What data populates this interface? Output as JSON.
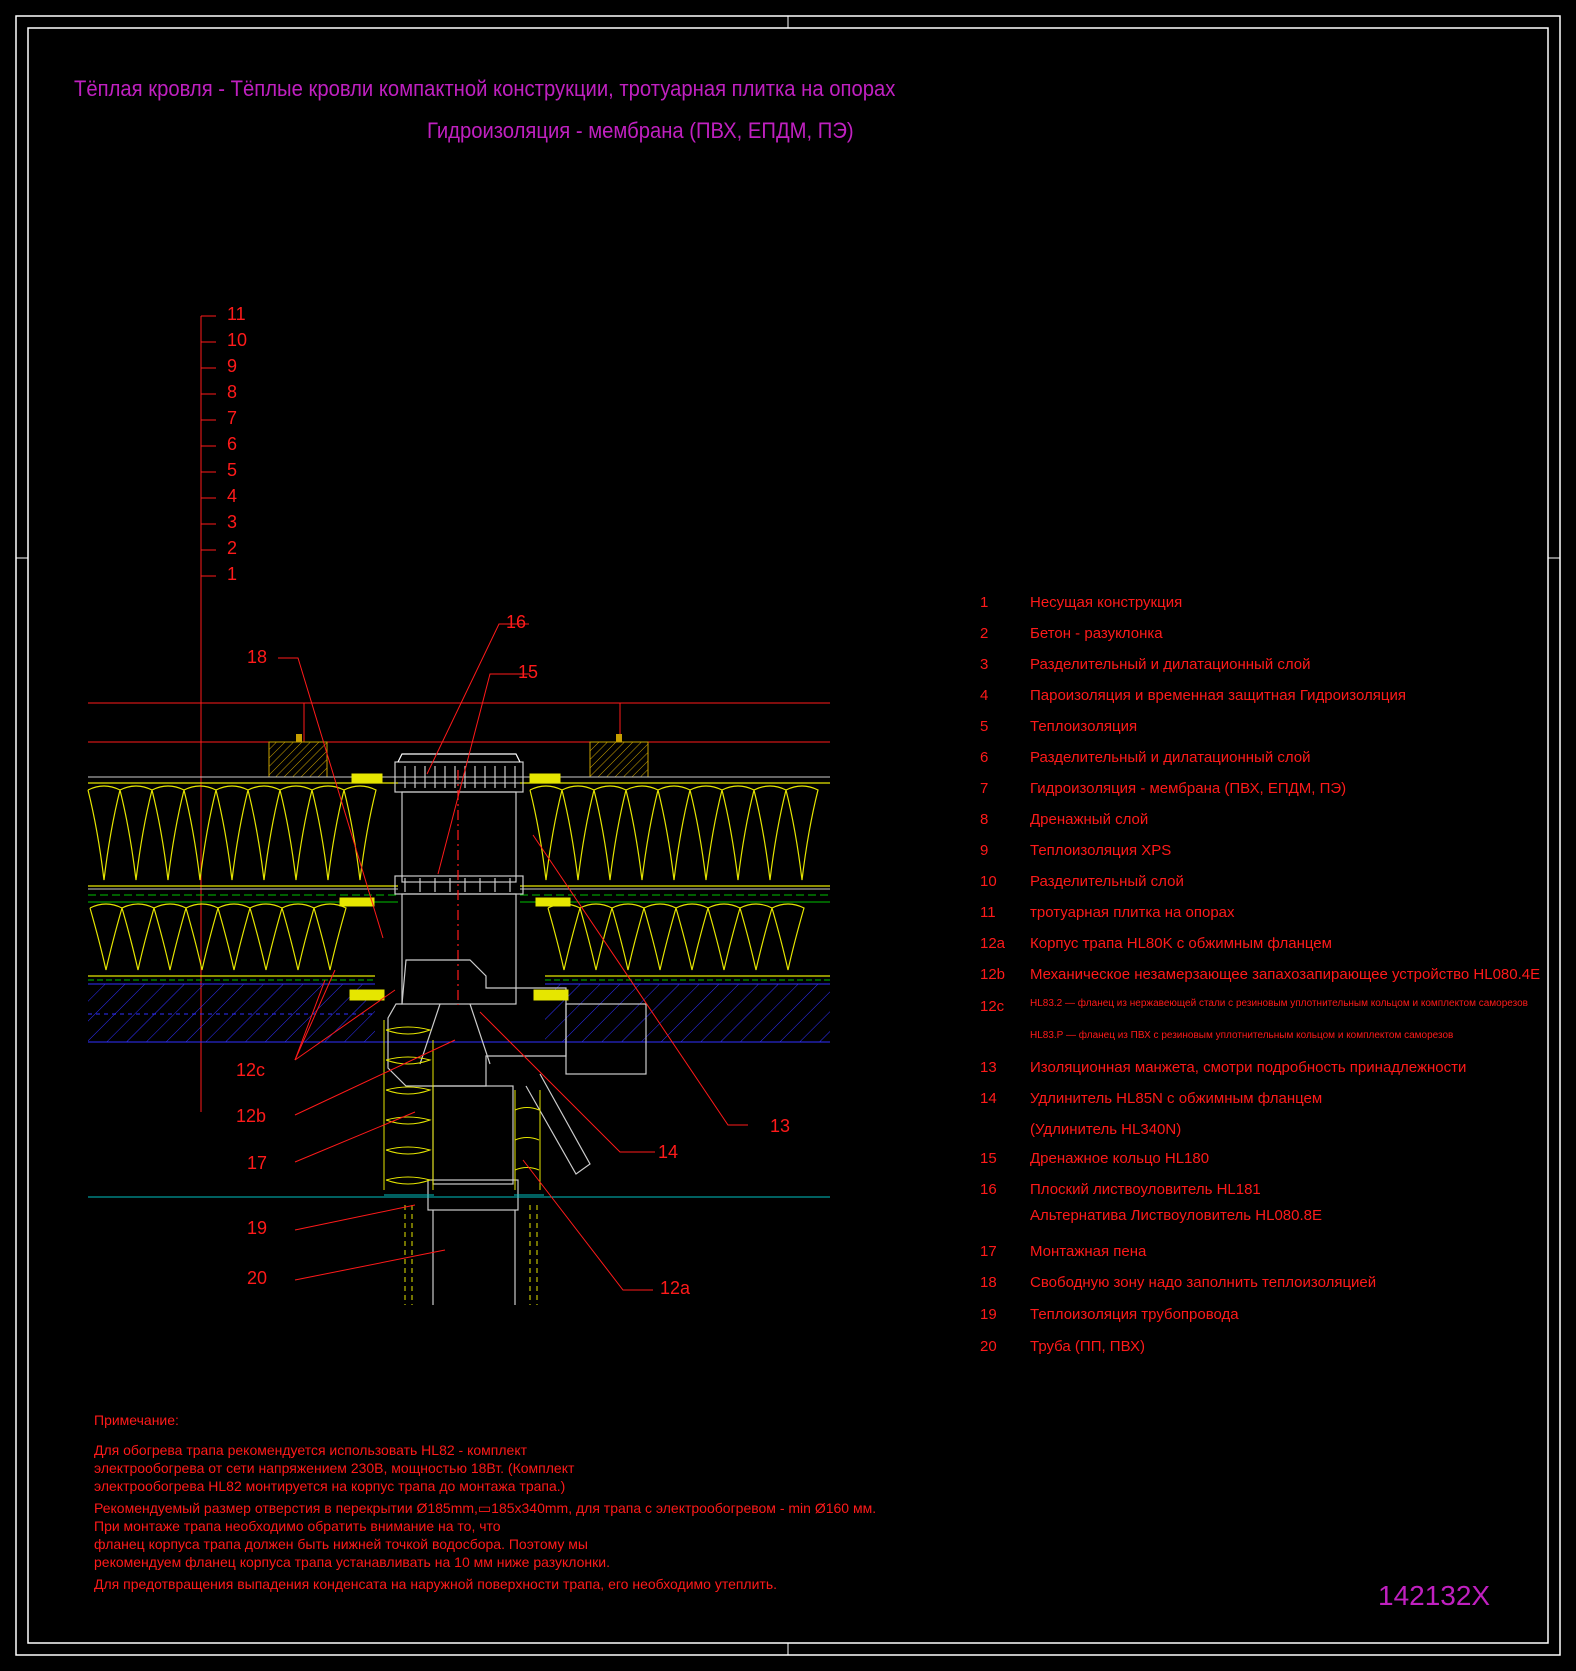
{
  "title": {
    "line1": "Тёплая кровля - Тёплые кровли компактной конструкции, тротуарная плитка на опорах",
    "line2": "Гидроизоляция - мембрана (ПВХ, ЕПДМ, ПЭ)"
  },
  "layer_numbers": [
    "11",
    "10",
    "9",
    "8",
    "7",
    "6",
    "5",
    "4",
    "3",
    "2",
    "1"
  ],
  "callouts": {
    "c16": "16",
    "c15": "15",
    "c18": "18",
    "c13": "13",
    "c14": "14",
    "c12c": "12c",
    "c12b": "12b",
    "c17": "17",
    "c19": "19",
    "c20": "20",
    "c12a": "12a"
  },
  "legend": [
    {
      "num": "1",
      "text": "Несущая конструкция"
    },
    {
      "num": "2",
      "text": "Бетон - разуклонка"
    },
    {
      "num": "3",
      "text": "Разделительный и дилатационный слой"
    },
    {
      "num": "4",
      "text": "Пароизоляция и временная защитная Гидроизоляция"
    },
    {
      "num": "5",
      "text": "Теплоизоляция"
    },
    {
      "num": "6",
      "text": "Разделительный и дилатационный слой"
    },
    {
      "num": "7",
      "text": "Гидроизоляция - мембрана (ПВХ, ЕПДМ, ПЭ)"
    },
    {
      "num": "8",
      "text": "Дренажный слой"
    },
    {
      "num": "9",
      "text": "Теплоизоляция XPS"
    },
    {
      "num": "10",
      "text": "Разделительный слой"
    },
    {
      "num": "11",
      "text": "тротуарная плитка на опорах"
    },
    {
      "num": "12a",
      "text": "Корпус трапа HL80K с обжимным фланцем"
    },
    {
      "num": "12b",
      "text": "Механическое незамерзающее запахозапирающее устройство HL080.4E"
    },
    {
      "num": "12c",
      "text": "HL83.2 — фланец из нержавеющей стали с резиновым уплотнительным кольцом и комплектом саморезов"
    },
    {
      "num": "",
      "text": "HL83.P — фланец из ПВХ с резиновым уплотнительным кольцом и комплектом саморезов"
    },
    {
      "num": "13",
      "text": "Изоляционная  манжета, смотри подробность принадлежности"
    },
    {
      "num": "14",
      "text": "Удлинитель HL85N с обжимным фланцем"
    },
    {
      "num": "",
      "text": "(Удлинитель HL340N)"
    },
    {
      "num": "15",
      "text": "Дренажное кольцо HL180"
    },
    {
      "num": "16",
      "text": "Плоский листвоуловитель HL181"
    },
    {
      "num": "",
      "text": "Альтернатива Листвоуловитель HL080.8E"
    },
    {
      "num": "17",
      "text": "Монтажная пена"
    },
    {
      "num": "18",
      "text": "Свободную зону надо заполнить теплоизоляцией"
    },
    {
      "num": "19",
      "text": "Теплоизоляция трубопровода"
    },
    {
      "num": "20",
      "text": "Труба (ПП, ПВХ)"
    }
  ],
  "notes": {
    "heading": "Примечание:",
    "lines": [
      "Для обогрева трапа рекомендуется использовать HL82 - комплект",
      "электрообогрева от сети напряжением 230В, мощностью 18Вт. (Комплект",
      "электрообогрева HL82 монтируется на корпус трапа до монтажа трапа.)",
      "Рекомендуемый размер отверстия в перекрытии Ø185mm,▭185x340mm, для трапа с электрообогревом - min Ø160 мм.",
      "При монтаже трапа необходимо обратить внимание на то, что",
      "фланец корпуса трапа должен быть нижней точкой водосбора. Поэтому мы",
      "рекомендуем фланец корпуса трапа устанавливать на 10 мм ниже разуклонки.",
      "Для предотвращения выпадения конденсата на наружной поверхности трапа, его необходимо утеплить."
    ]
  },
  "drawing_code": "142132X",
  "colors": {
    "background": "#000000",
    "frame": "#ffffff",
    "title": "#c020c0",
    "annotation": "#ff1a1a",
    "insulation": "#e6e600",
    "drainage": "#00c000",
    "concrete_hatch": "#3030ff",
    "datum_line": "#00c0c0",
    "tile_support": "#c8a000"
  }
}
